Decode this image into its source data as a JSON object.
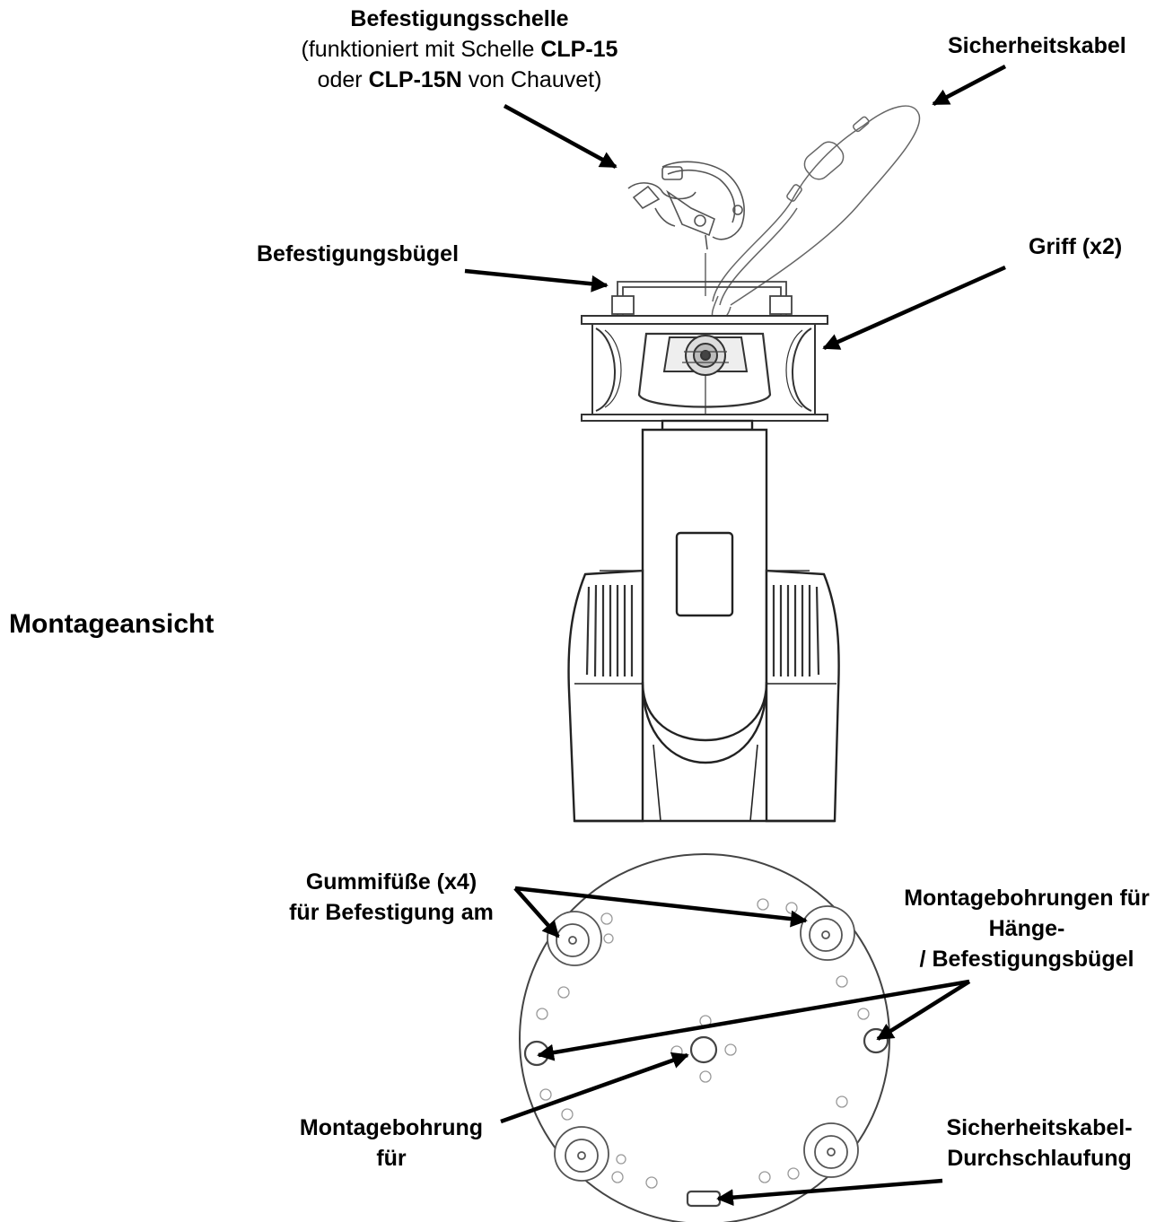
{
  "labels": {
    "clamp_title": "Befestigungsschelle",
    "clamp_note_1": "(funktioniert mit Schelle ",
    "clamp_model_1": "CLP-15",
    "clamp_note_2": "oder ",
    "clamp_model_2": "CLP-15N",
    "clamp_note_3": " von Chauvet)",
    "safety_cable": "Sicherheitskabel",
    "bracket": "Befestigungsbügel",
    "handle": "Griff (x2)",
    "view_title": "Montageansicht",
    "rubber_feet_1": "Gummifüße (x4)",
    "rubber_feet_2": "für Befestigung am",
    "mount_holes_1": "Montagebohrungen für",
    "mount_holes_2": "Hänge-",
    "mount_holes_3": "/ Befestigungsbügel",
    "mount_hole_1": "Montagebohrung",
    "mount_hole_2": "für",
    "cable_loop_1": "Sicherheitskabel-",
    "cable_loop_2": "Durchschlaufung"
  }
}
